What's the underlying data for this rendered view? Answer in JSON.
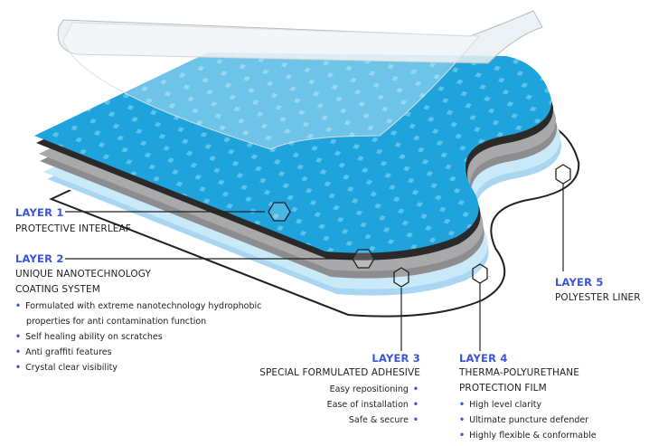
{
  "accent_color": "#3b55d9",
  "layers": [
    {
      "label": "LAYER 1",
      "title": [
        "PROTECTIVE INTERLEAF"
      ],
      "bullets": []
    },
    {
      "label": "LAYER 2",
      "title": [
        "UNIQUE NANOTECHNOLOGY",
        "COATING SYSTEM"
      ],
      "bullets": [
        "Formulated with extreme nanotechnology hydrophobic",
        "properties for anti contamination function",
        "Self healing ability on scratches",
        "Anti graffiti features",
        "Crystal clear visibility"
      ]
    },
    {
      "label": "LAYER 3",
      "title": [
        "SPECIAL FORMULATED ADHESIVE"
      ],
      "bullets": [
        "Easy repositioning",
        "Ease of installation",
        "Safe & secure"
      ]
    },
    {
      "label": "LAYER 4",
      "title": [
        "THERMA-POLYURETHANE",
        "PROTECTION FILM"
      ],
      "bullets": [
        "High level clarity",
        "Ultimate puncture defender",
        "Highly flexible & conformable"
      ]
    },
    {
      "label": "LAYER 5",
      "title": [
        "POLYESTER LINER"
      ],
      "bullets": []
    }
  ]
}
